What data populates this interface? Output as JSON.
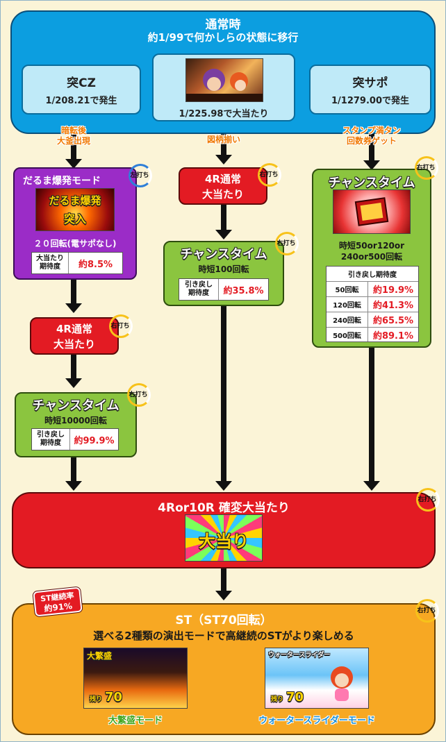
{
  "top": {
    "title": "通常時",
    "subtitle": "約1/99で何かしらの状態に移行",
    "left": {
      "title": "突CZ",
      "prob": "1/208.21で発生"
    },
    "center": {
      "prob": "1/225.98で大当たり"
    },
    "right": {
      "title": "突サポ",
      "prob": "1/1279.00で発生"
    }
  },
  "transitions": {
    "left": [
      "暗転後",
      "大釜出現"
    ],
    "center": [
      "図柄揃い"
    ],
    "right": [
      "スタンプ満タン",
      "回数券ゲット"
    ]
  },
  "daruma": {
    "title": "だるま爆発モード",
    "badge": "左打ち",
    "image_text": [
      "だるま爆発",
      "突入"
    ],
    "spins": "２０回転(電サポなし)",
    "exp_label": [
      "大当たり",
      "期待度"
    ],
    "exp_value": "約8.5%"
  },
  "left_jackpot": {
    "lines": [
      "4R通常",
      "大当たり"
    ],
    "badge": "右打ち"
  },
  "left_chance": {
    "title": "チャンスタイム",
    "badge": "右打ち",
    "jitan": "時短10000回転",
    "exp_label": [
      "引き戻し",
      "期待度"
    ],
    "exp_value": "約99.9%"
  },
  "center_jackpot": {
    "lines": [
      "4R通常",
      "大当たり"
    ],
    "badge": "右打ち"
  },
  "center_chance": {
    "title": "チャンスタイム",
    "badge": "右打ち",
    "jitan": "時短100回転",
    "exp_label": [
      "引き戻し",
      "期待度"
    ],
    "exp_value": "約35.8%"
  },
  "right_chance": {
    "title": "チャンスタイム",
    "badge": "右打ち",
    "jitan": [
      "時短50or120or",
      "240or500回転"
    ],
    "table_header": "引き戻し期待度",
    "rows": [
      {
        "label": "50回転",
        "value": "約19.9%"
      },
      {
        "label": "120回転",
        "value": "約41.3%"
      },
      {
        "label": "240回転",
        "value": "約65.5%"
      },
      {
        "label": "500回転",
        "value": "約89.1%"
      }
    ]
  },
  "big": {
    "title": "4Ror10R 確変大当たり",
    "badge": "右打ち",
    "image_text": "大当り"
  },
  "st": {
    "title": "ST（ST70回転）",
    "subtitle": "選べる2種類の演出モードで高継続のSTがより楽しめる",
    "badge": "右打ち",
    "rate_tag": [
      "ST継続率",
      "約91%"
    ],
    "mode_left": "大繁盛モード",
    "mode_right": "ウォータースライダーモード",
    "mode_left_img": {
      "header": "大繁盛",
      "count": "70",
      "count_label": "残り"
    },
    "mode_right_img": {
      "header": "ウォータースライダー",
      "count": "70",
      "count_label": "残り"
    }
  },
  "colors": {
    "blue": "#0c9ee0",
    "light_blue": "#bfeaf8",
    "purple": "#9b2cc7",
    "red": "#e31b23",
    "green": "#8bc53f",
    "orange": "#f7a823",
    "transition_orange": "#f07800",
    "background": "#fbf4d7"
  }
}
